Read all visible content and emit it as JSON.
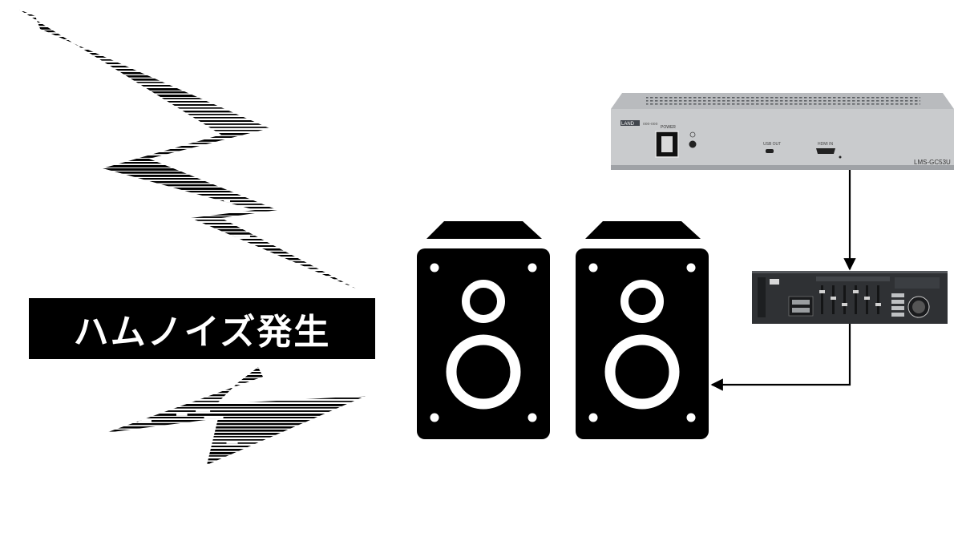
{
  "banner": {
    "text": "ハムノイズ発生"
  },
  "device_top": {
    "brand": "LAND",
    "brand_sub": "ooo-ooo",
    "power_label": "POWER",
    "usb_label": "USB OUT",
    "hdmi_label": "HDMI IN",
    "model": "LMS-GC53U"
  },
  "icons": {
    "bolt_upper": "lightning-bolt-upper",
    "bolt_lower": "lightning-bolt-lower",
    "speaker_left": "speaker-icon",
    "speaker_right": "speaker-icon",
    "mixer": "mixer-amplifier"
  },
  "colors": {
    "device_silver": "#c9cbcd",
    "mixer_dark": "#2f3134",
    "ink": "#000000"
  }
}
